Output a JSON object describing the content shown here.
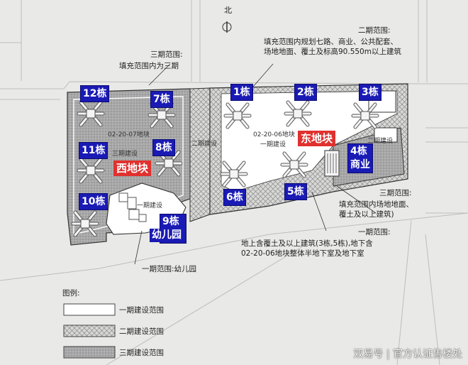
{
  "north": "北",
  "buildings": {
    "b1": "1栋",
    "b2": "2栋",
    "b3": "3栋",
    "b4": "4栋",
    "b4sub": "商业",
    "b5": "5栋",
    "b6": "6栋",
    "b7": "7栋",
    "b8": "8栋",
    "b9": "9栋",
    "b9sub": "幼儿园",
    "b10": "10栋",
    "b11": "11栋",
    "b12": "12栋"
  },
  "plots": {
    "west": "西地块",
    "east": "东地块"
  },
  "annotations": {
    "phase2_top_title": "二期范围:",
    "phase2_top_text": "填充范围内规划七路、商业、公共配套、\n场地地面、覆土及标高90.550m以上建筑",
    "phase3_left_title": "三期范围:",
    "phase3_left_text": "填充范围内为三期",
    "west_plot_code": "02-20-07地块",
    "west_phase3": "三期建设",
    "east_plot_code": "02-20-06地块",
    "east_phase1": "一期建设",
    "road_phase2": "二期建设",
    "kinder_phase1": "一期建设",
    "east_right_phase2": "二期建设",
    "phase3_right_title": "三期范围:",
    "phase3_right_text": "填充范围内场地地面、\n覆土及以上建筑)",
    "phase1_right_title": "一期范围:",
    "phase1_right_text": "地上含覆土及以上建筑(3栋,5栋),地下含\n02-20-06地块整体半地下室及地下室",
    "phase1_left": "一期范围:幼儿园"
  },
  "legend": {
    "title": "图例:",
    "items": [
      {
        "label": "一期建设范围"
      },
      {
        "label": "二期建设范围"
      },
      {
        "label": "三期建设范围"
      }
    ]
  },
  "watermark": "双易号 | 官方认证售楼处",
  "colors": {
    "label_blue": "#1a1ab5",
    "label_red": "#e0312f",
    "phase3_fill": "#a9a9a9",
    "phase2_fill": "#cfcfcf",
    "phase1_fill": "#ffffff"
  }
}
